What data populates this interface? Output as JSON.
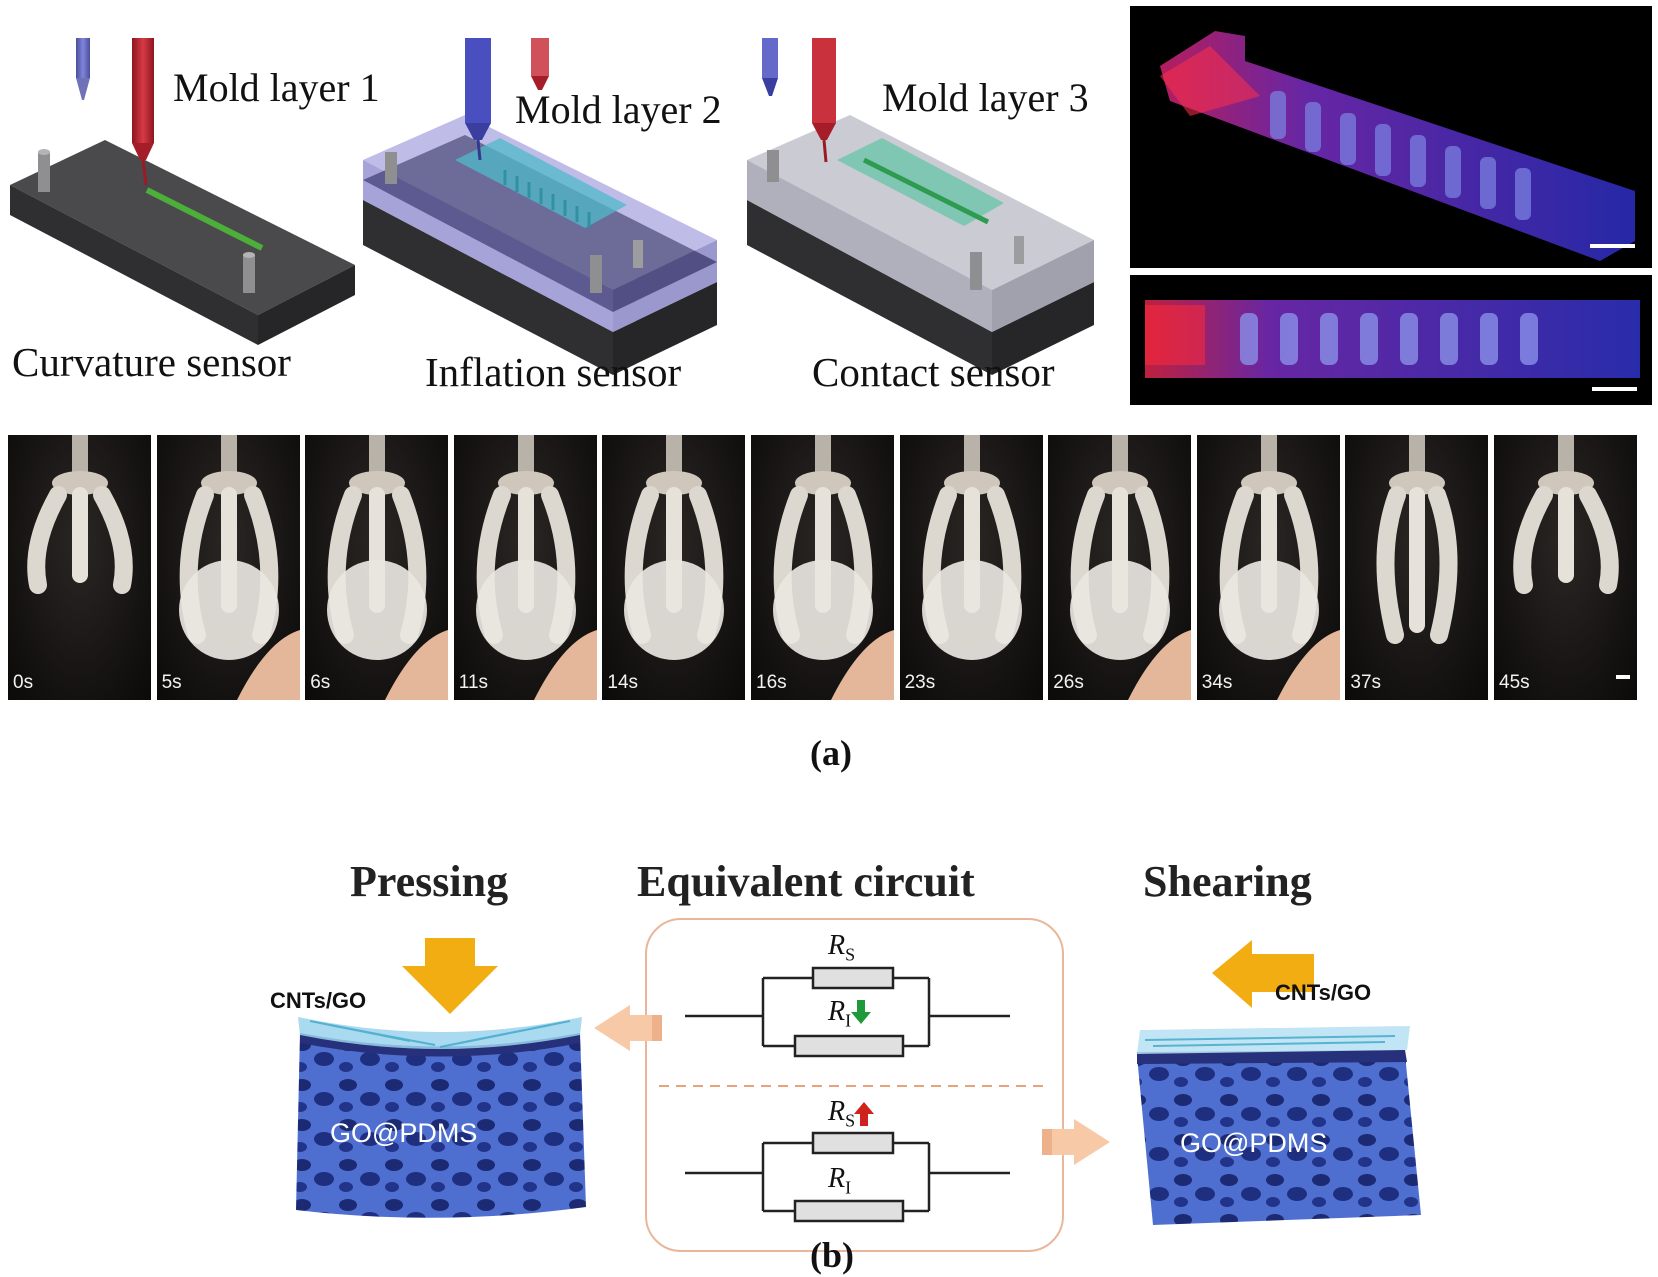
{
  "part_a": {
    "label": "(a)",
    "mold_layers": [
      {
        "text": "Mold layer 1"
      },
      {
        "text": "Mold layer 2"
      },
      {
        "text": "Mold layer 3"
      }
    ],
    "sensors": [
      {
        "text": "Curvature sensor"
      },
      {
        "text": "Inflation sensor"
      },
      {
        "text": "Contact sensor"
      }
    ],
    "timelapse": [
      "0s",
      "5s",
      "6s",
      "11s",
      "14s",
      "16s",
      "23s",
      "26s",
      "34s",
      "37s",
      "45s"
    ]
  },
  "part_b": {
    "label": "(b)",
    "titles": {
      "pressing": "Pressing",
      "circuit": "Equivalent circuit",
      "shearing": "Shearing"
    },
    "material_left": "CNTs/GO",
    "material_right": "CNTs/GO",
    "foam_left": "GO@PDMS",
    "foam_right": "GO@PDMS",
    "circuit": {
      "top_rs": {
        "R": "R",
        "sub": "S"
      },
      "top_ri": {
        "R": "R",
        "sub": "I"
      },
      "bottom_rs": {
        "R": "R",
        "sub": "S"
      },
      "bottom_ri": {
        "R": "R",
        "sub": "I"
      }
    }
  },
  "colors": {
    "red_ink": "#c0222c",
    "blue_ink": "#3b3fa8",
    "mold_dark": "#3a3a3c",
    "arrow_gold": "#f2ad12",
    "arrow_peach": "#f7c9a6",
    "box_border": "#e8b79a",
    "foam_blue": "#3856b8",
    "down_green": "#1f9a3b",
    "up_red": "#d0221c"
  }
}
